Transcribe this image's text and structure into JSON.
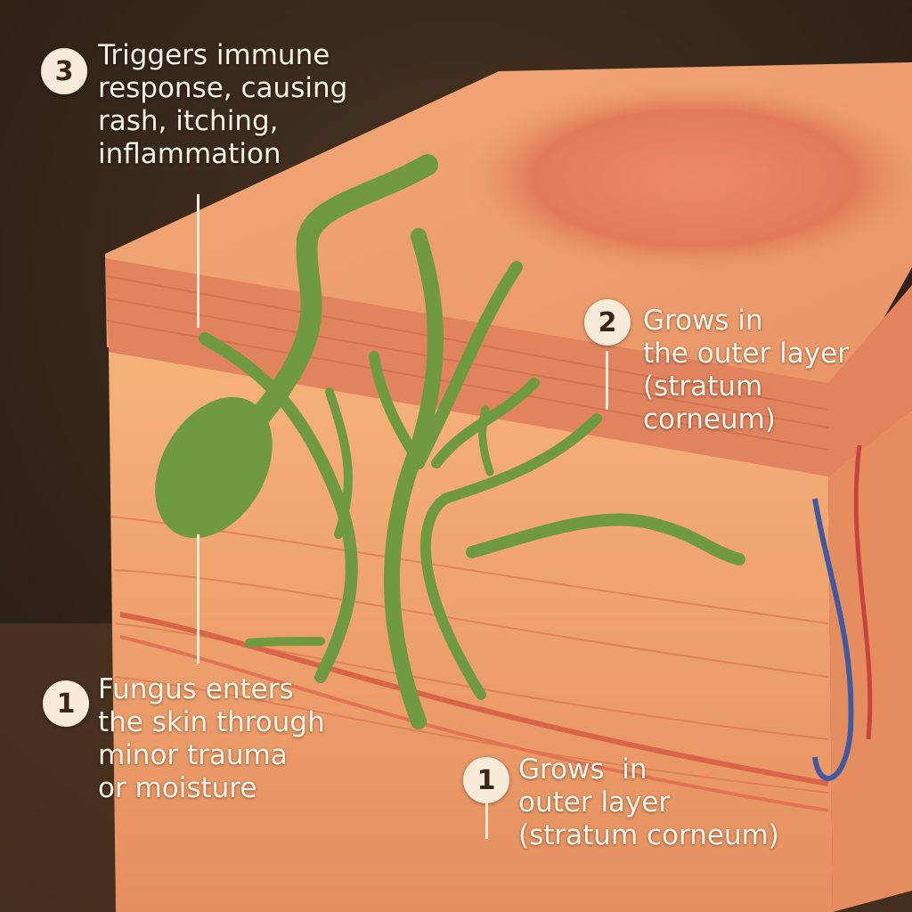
{
  "callouts": [
    {
      "number": "3",
      "lines": [
        "Triggers immune",
        "response, causing",
        "rash, itching,",
        "inflammation"
      ]
    },
    {
      "number": "2",
      "lines": [
        "Grows in",
        "the outer layer",
        "(stratum",
        "corneum)"
      ]
    },
    {
      "number": "1",
      "lines": [
        "Fungus enters",
        "the skin through",
        "minor trauma",
        "or moisture"
      ]
    },
    {
      "number": "1",
      "lines": [
        "Grows  in",
        "outer layer",
        "(stratum corneum)"
      ]
    }
  ],
  "colors": {
    "background": "#2a1e15",
    "skin": "#f0a56e",
    "epidermis": "#e0835e",
    "fungus": "#6f9a3f",
    "badge": "#f6ead8",
    "text": "#fbf3e6"
  }
}
